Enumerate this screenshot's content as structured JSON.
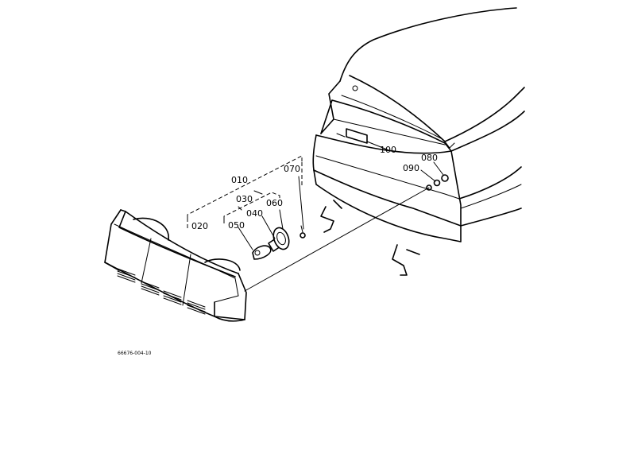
{
  "part_labels": {
    "p010": "010",
    "p020": "020",
    "p030": "030",
    "p040": "040",
    "p050": "050",
    "p060": "060",
    "p070": "070",
    "p080": "080",
    "p090": "090",
    "p100": "100"
  },
  "drawing_number": "66676-004-10"
}
